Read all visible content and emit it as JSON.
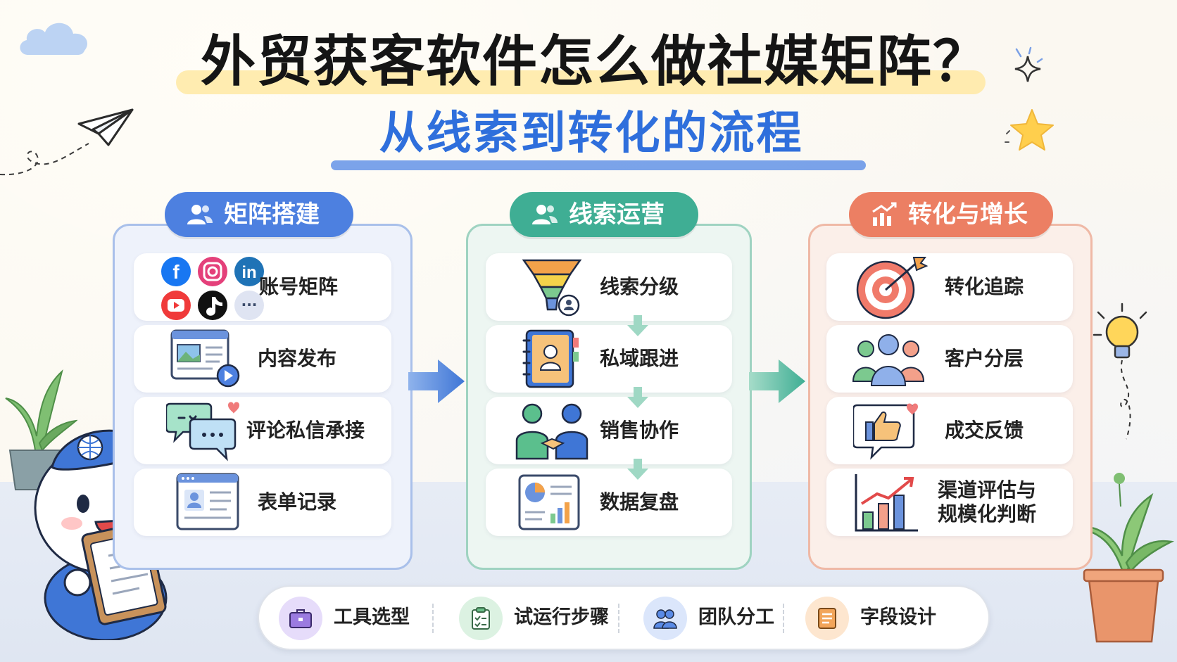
{
  "title": {
    "main": "外贸获客软件怎么做社媒矩阵？",
    "sub": "从线索到转化的流程"
  },
  "columns": [
    {
      "header": "矩阵搭建",
      "color": "#4d80e0",
      "items": [
        {
          "label": "账号矩阵",
          "icon": "social-accounts-icon"
        },
        {
          "label": "内容发布",
          "icon": "content-publish-icon"
        },
        {
          "label": "评论私信承接",
          "icon": "chat-bubbles-icon"
        },
        {
          "label": "表单记录",
          "icon": "form-record-icon"
        }
      ]
    },
    {
      "header": "线索运营",
      "color": "#3fae94",
      "items": [
        {
          "label": "线索分级",
          "icon": "funnel-icon"
        },
        {
          "label": "私域跟进",
          "icon": "contact-book-icon"
        },
        {
          "label": "销售协作",
          "icon": "handshake-icon"
        },
        {
          "label": "数据复盘",
          "icon": "report-chart-icon"
        }
      ]
    },
    {
      "header": "转化与增长",
      "color": "#ec7f63",
      "items": [
        {
          "label": "转化追踪",
          "icon": "target-icon"
        },
        {
          "label": "客户分层",
          "icon": "customer-group-icon"
        },
        {
          "label": "成交反馈",
          "icon": "thumbs-up-icon"
        },
        {
          "label": "渠道评估与",
          "label2": "规模化判断",
          "icon": "growth-bars-icon"
        }
      ]
    }
  ],
  "social_icons": {
    "facebook": "f",
    "linkedin": "in",
    "more": "···"
  },
  "bottom_bar": [
    {
      "label": "工具选型",
      "icon": "briefcase-icon",
      "color": "#9b7be0"
    },
    {
      "label": "试运行步骤",
      "icon": "clipboard-icon",
      "color": "#6cc08a"
    },
    {
      "label": "团队分工",
      "icon": "team-icon",
      "color": "#5a8be6"
    },
    {
      "label": "字段设计",
      "icon": "field-list-icon",
      "color": "#f2a55a"
    }
  ]
}
